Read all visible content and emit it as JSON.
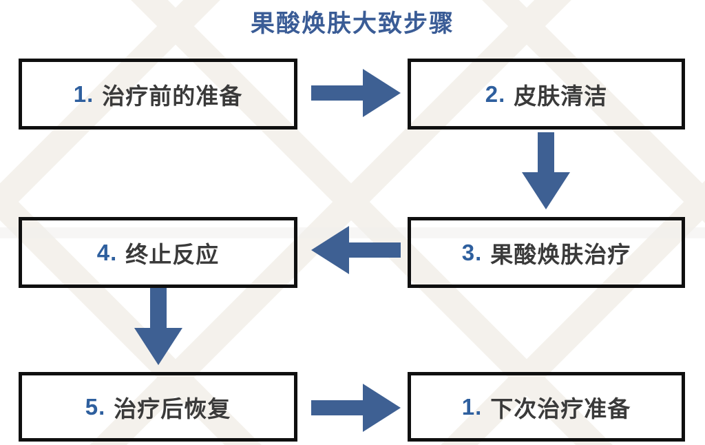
{
  "title": "果酸焕肤大致步骤",
  "colors": {
    "title_blue": "#3a5c96",
    "number_blue": "#2e5f9e",
    "arrow_blue": "#3e6093",
    "text_dark": "#3a3a3a",
    "box_border": "#0f0f0f",
    "watermark_gray": "#f4f1ec"
  },
  "flow": {
    "boxes": [
      {
        "id": "step-1",
        "number": "1.",
        "label": "治疗前的准备"
      },
      {
        "id": "step-2",
        "number": "2.",
        "label": "皮肤清洁"
      },
      {
        "id": "step-3",
        "number": "3.",
        "label": "果酸焕肤治疗"
      },
      {
        "id": "step-4",
        "number": "4.",
        "label": "终止反应"
      },
      {
        "id": "step-5",
        "number": "5.",
        "label": "治疗后恢复"
      },
      {
        "id": "step-6",
        "number": "1.",
        "label": "下次治疗准备"
      }
    ],
    "arrows": [
      {
        "from": "step-1",
        "to": "step-2",
        "direction": "right"
      },
      {
        "from": "step-2",
        "to": "step-3",
        "direction": "down"
      },
      {
        "from": "step-3",
        "to": "step-4",
        "direction": "left"
      },
      {
        "from": "step-4",
        "to": "step-5",
        "direction": "down"
      },
      {
        "from": "step-5",
        "to": "step-6",
        "direction": "right"
      }
    ]
  }
}
